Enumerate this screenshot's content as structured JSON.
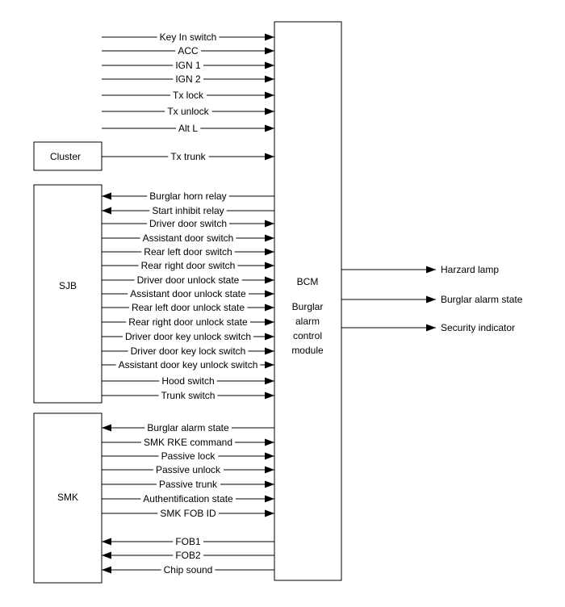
{
  "boxes": {
    "cluster": "Cluster",
    "sjb": "SJB",
    "smk": "SMK",
    "bcm": {
      "title": "BCM",
      "subtitle_lines": [
        "Burglar",
        "alarm",
        "control",
        "module"
      ]
    }
  },
  "signals": {
    "top": [
      {
        "label": "Key In switch",
        "direction": "to-bcm"
      },
      {
        "label": "ACC",
        "direction": "to-bcm"
      },
      {
        "label": "IGN 1",
        "direction": "to-bcm"
      },
      {
        "label": "IGN 2",
        "direction": "to-bcm"
      },
      {
        "label": "Tx lock",
        "direction": "to-bcm"
      },
      {
        "label": "Tx unlock",
        "direction": "to-bcm"
      },
      {
        "label": "Alt L",
        "direction": "to-bcm"
      }
    ],
    "cluster": [
      {
        "label": "Tx trunk",
        "direction": "to-bcm"
      }
    ],
    "sjb": [
      {
        "label": "Burglar horn relay",
        "direction": "from-bcm"
      },
      {
        "label": "Start inhibit relay",
        "direction": "from-bcm"
      },
      {
        "label": "Driver door switch",
        "direction": "to-bcm"
      },
      {
        "label": "Assistant door switch",
        "direction": "to-bcm"
      },
      {
        "label": "Rear left door switch",
        "direction": "to-bcm"
      },
      {
        "label": "Rear right door switch",
        "direction": "to-bcm"
      },
      {
        "label": "Driver door unlock state",
        "direction": "to-bcm"
      },
      {
        "label": "Assistant door unlock state",
        "direction": "to-bcm"
      },
      {
        "label": "Rear left door unlock state",
        "direction": "to-bcm"
      },
      {
        "label": "Rear right door unlock state",
        "direction": "to-bcm"
      },
      {
        "label": "Driver door key unlock switch",
        "direction": "to-bcm"
      },
      {
        "label": "Driver door key lock switch",
        "direction": "to-bcm"
      },
      {
        "label": "Assistant door key unlock switch",
        "direction": "to-bcm"
      },
      {
        "label": "Hood switch",
        "direction": "to-bcm"
      },
      {
        "label": "Trunk switch",
        "direction": "to-bcm"
      }
    ],
    "smk": [
      {
        "label": "Burglar alarm state",
        "direction": "from-bcm"
      },
      {
        "label": "SMK RKE command",
        "direction": "to-bcm"
      },
      {
        "label": "Passive lock",
        "direction": "to-bcm"
      },
      {
        "label": "Passive unlock",
        "direction": "to-bcm"
      },
      {
        "label": "Passive trunk",
        "direction": "to-bcm"
      },
      {
        "label": "Authentification state",
        "direction": "to-bcm"
      },
      {
        "label": "SMK FOB ID",
        "direction": "to-bcm"
      },
      {
        "label": "FOB1",
        "direction": "from-bcm"
      },
      {
        "label": "FOB2",
        "direction": "from-bcm"
      },
      {
        "label": "Chip sound",
        "direction": "from-bcm"
      }
    ],
    "outputs": [
      {
        "label": "Harzard lamp"
      },
      {
        "label": "Burglar alarm state"
      },
      {
        "label": "Security indicator"
      }
    ]
  }
}
